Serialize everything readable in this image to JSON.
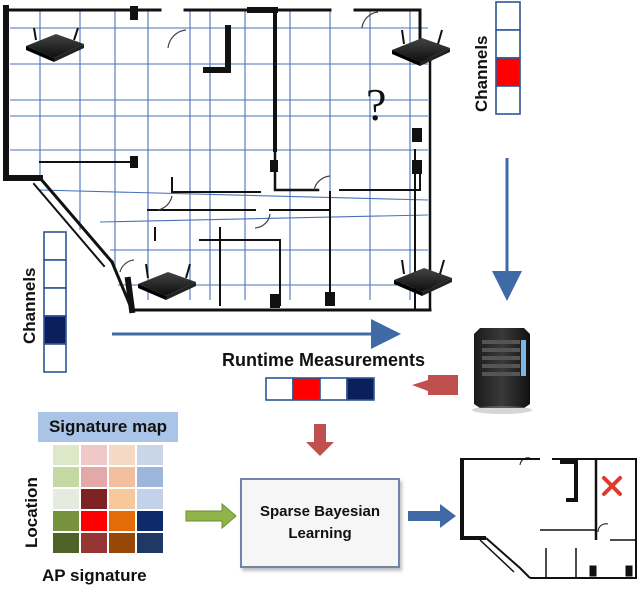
{
  "labels": {
    "channels_top": "Channels",
    "channels_left": "Channels",
    "runtime": "Runtime Measurements",
    "signature_map": "Signature map",
    "location": "Location",
    "ap_signature": "AP signature",
    "sbl_line1": "Sparse Bayesian",
    "sbl_line2": "Learning",
    "unknown_location": "?"
  },
  "colors": {
    "arrow_blue": "#3f6aa6",
    "arrow_red": "#c0504d",
    "arrow_green": "#8fb54a",
    "active_red": "#ff0000",
    "active_navy": "#0a1f5c"
  },
  "channels_top_cells": [
    "",
    "",
    "active_red",
    ""
  ],
  "channels_left_cells": [
    "",
    "",
    "",
    "active_navy",
    ""
  ],
  "runtime_cells": [
    "",
    "active_red",
    "",
    "active_navy"
  ],
  "signature_grid": [
    [
      "#dce8c8",
      "#f0c8c8",
      "#f6d9c4",
      "#c9d6ea"
    ],
    [
      "#c5d7a3",
      "#e4a8a8",
      "#f2c09e",
      "#9db7dc"
    ],
    [
      "#e6ecdd",
      "#7d2323",
      "#f7c89a",
      "#c3d2ea"
    ],
    [
      "#76923c",
      "#ff0000",
      "#e36c09",
      "#0d2b6b"
    ],
    [
      "#4f6228",
      "#963634",
      "#974806",
      "#1f3864"
    ]
  ],
  "icons": [
    "router-icon",
    "server-icon",
    "question-mark-icon",
    "x-mark-icon"
  ]
}
